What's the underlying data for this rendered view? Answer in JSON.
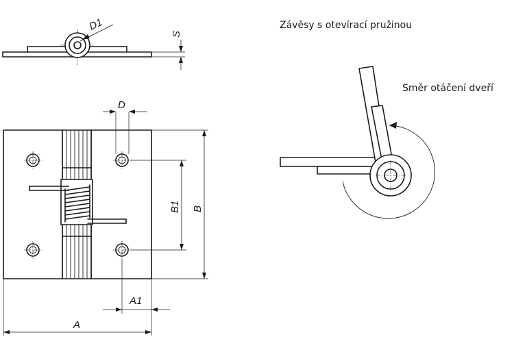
{
  "title": "Závěsy s otevírací pružinou",
  "rotation_label": "Směr otáčení dveří",
  "dimensions": {
    "d1": "D1",
    "s": "S",
    "d": "D",
    "b1": "B1",
    "b": "B",
    "a1": "A1",
    "a": "A"
  }
}
